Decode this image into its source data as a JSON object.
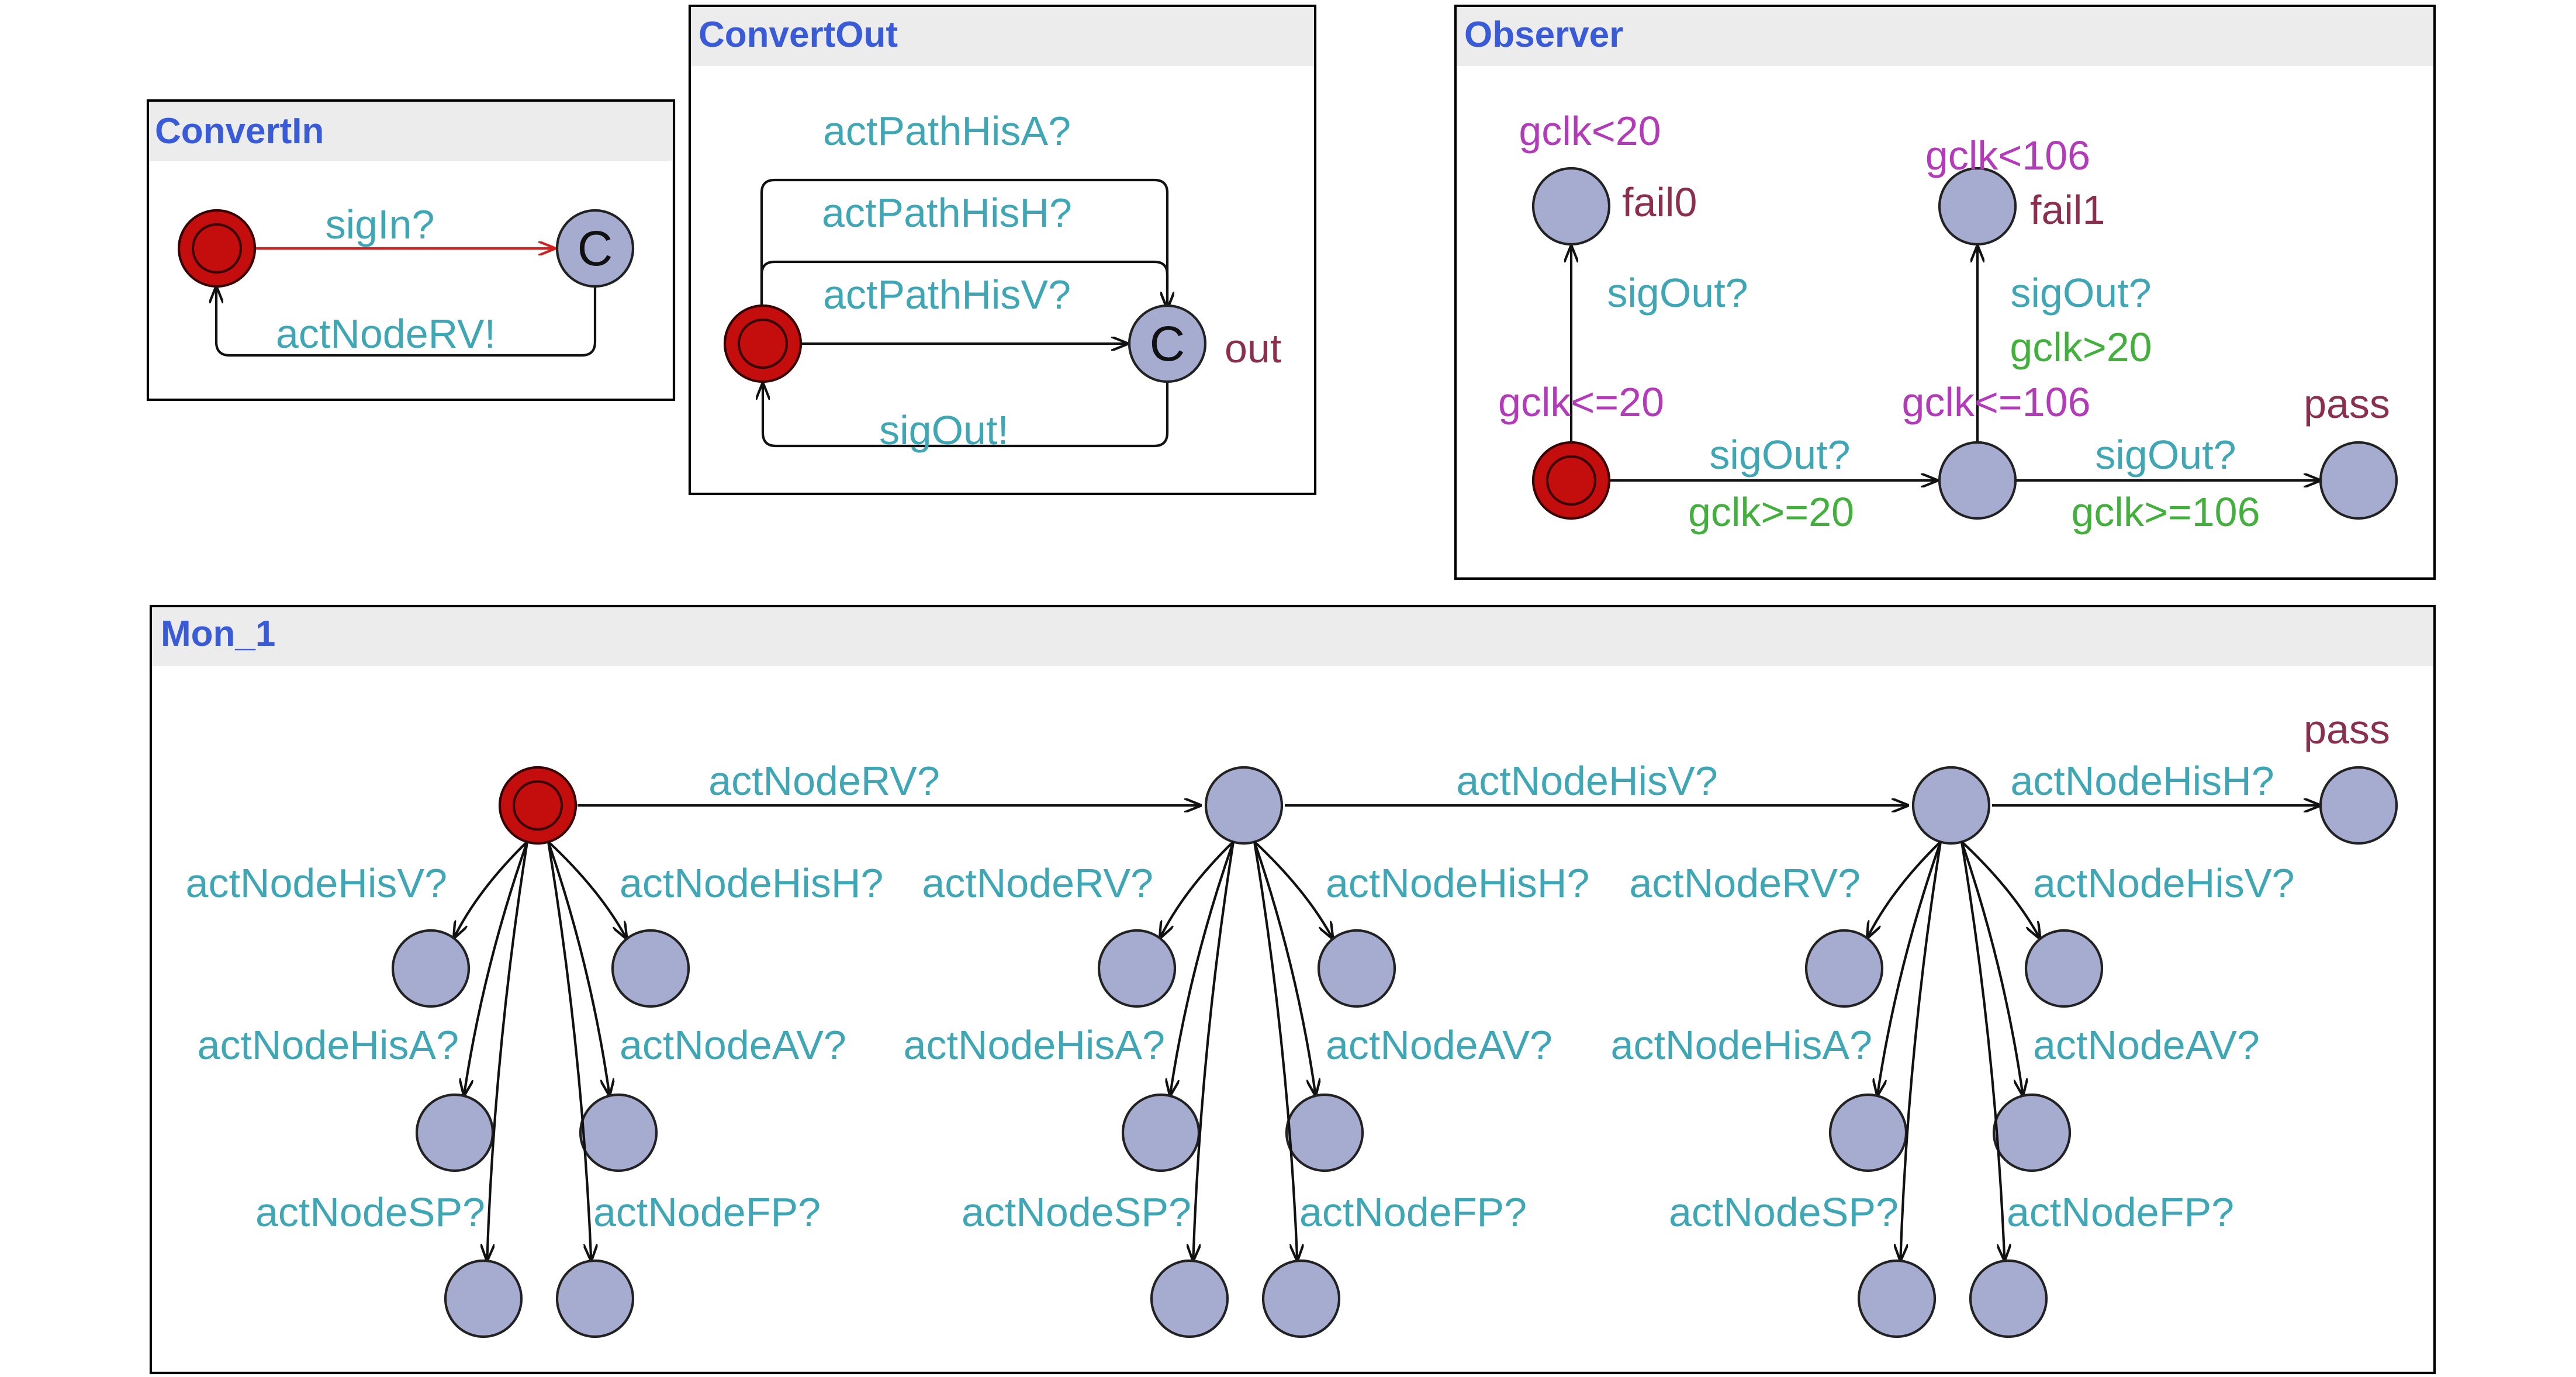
{
  "panels": {
    "convert_in": {
      "title": "ConvertIn",
      "committed_symbol": "C",
      "edge_signal": "sigIn?",
      "edge_return": "actNodeRV!"
    },
    "convert_out": {
      "title": "ConvertOut",
      "committed_symbol": "C",
      "location_name": "out",
      "edges": [
        "actPathHisA?",
        "actPathHisH?",
        "actPathHisV?"
      ],
      "edge_return": "sigOut!"
    },
    "observer": {
      "title": "Observer",
      "fail0": {
        "name": "fail0",
        "invariant": "gclk<20"
      },
      "fail1": {
        "name": "fail1",
        "invariant": "gclk<106"
      },
      "pass": {
        "name": "pass"
      },
      "init_invariant": "gclk<=20",
      "mid_invariant": "gclk<=106",
      "to_fail0": {
        "sync": "sigOut?"
      },
      "to_fail1": {
        "sync": "sigOut?",
        "guard": "gclk>20"
      },
      "to_mid": {
        "sync": "sigOut?",
        "guard": "gclk>=20"
      },
      "to_pass": {
        "sync": "sigOut?",
        "guard": "gclk>=106"
      }
    },
    "mon1": {
      "title": "Mon_1",
      "pass_name": "pass",
      "main_edges": [
        "actNodeRV?",
        "actNodeHisV?",
        "actNodeHisH?"
      ],
      "groups": [
        {
          "labels": [
            "actNodeHisV?",
            "actNodeHisH?",
            "actNodeHisA?",
            "actNodeAV?",
            "actNodeSP?",
            "actNodeFP?"
          ]
        },
        {
          "labels": [
            "actNodeRV?",
            "actNodeHisH?",
            "actNodeHisA?",
            "actNodeAV?",
            "actNodeSP?",
            "actNodeFP?"
          ]
        },
        {
          "labels": [
            "actNodeRV?",
            "actNodeHisV?",
            "actNodeHisA?",
            "actNodeAV?",
            "actNodeSP?",
            "actNodeFP?"
          ]
        }
      ]
    }
  },
  "colors": {
    "title": "#3a5bd8",
    "sync_label": "#3ea6b4",
    "invariant_label": "#b33ab8",
    "guard_label": "#43b03e",
    "location_name": "#8b2f4f",
    "state_fill": "#a6acd0",
    "initial_fill": "#c40e0e",
    "header_fill": "#ececec"
  }
}
